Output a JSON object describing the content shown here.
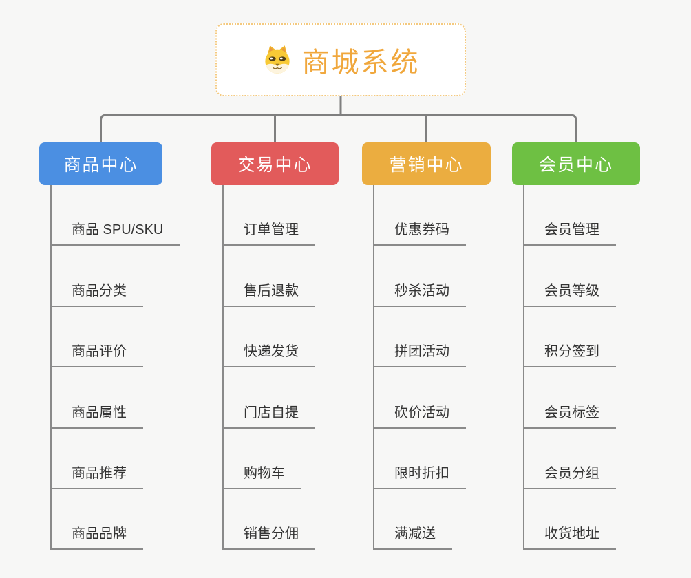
{
  "root": {
    "title": "商城系统",
    "title_color": "#f0a73c",
    "border_color": "#f4c97e",
    "icon": "dog-face-icon"
  },
  "colors": {
    "background": "#f7f7f6",
    "connector_line": "#7f7f7f",
    "item_underline": "#8a8a8a",
    "item_text": "#333333"
  },
  "branches": [
    {
      "label": "商品中心",
      "color": "#4b8fe2",
      "items": [
        "商品 SPU/SKU",
        "商品分类",
        "商品评价",
        "商品属性",
        "商品推荐",
        "商品品牌"
      ]
    },
    {
      "label": "交易中心",
      "color": "#e25b5b",
      "items": [
        "订单管理",
        "售后退款",
        "快递发货",
        "门店自提",
        "购物车",
        "销售分佣"
      ]
    },
    {
      "label": "营销中心",
      "color": "#ebad40",
      "items": [
        "优惠券码",
        "秒杀活动",
        "拼团活动",
        "砍价活动",
        "限时折扣",
        "满减送"
      ]
    },
    {
      "label": "会员中心",
      "color": "#6ec043",
      "items": [
        "会员管理",
        "会员等级",
        "积分签到",
        "会员标签",
        "会员分组",
        "收货地址"
      ]
    }
  ]
}
